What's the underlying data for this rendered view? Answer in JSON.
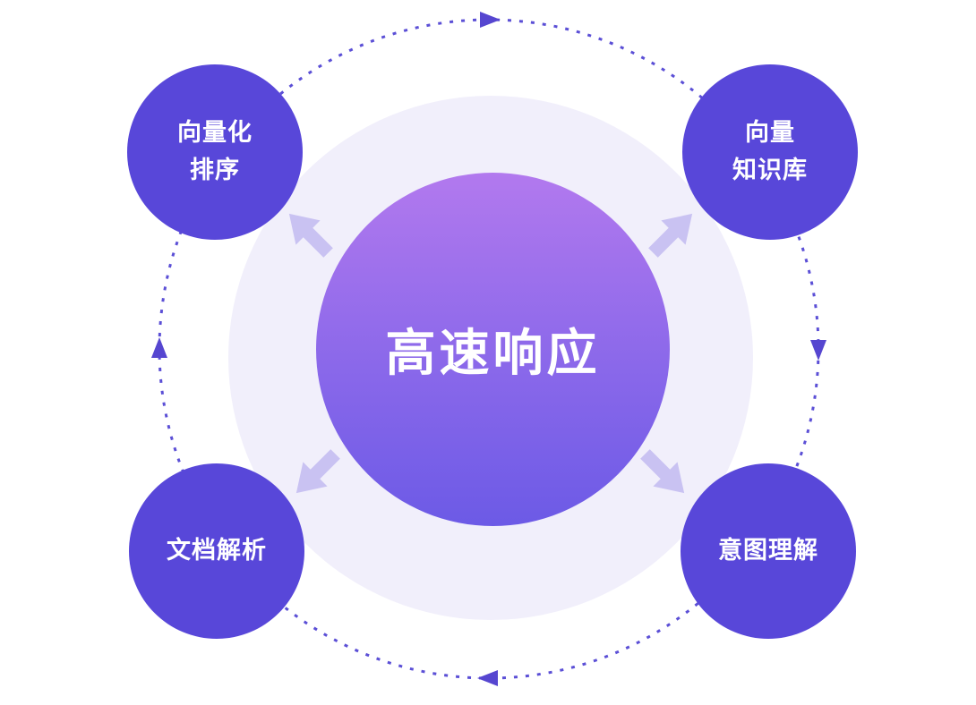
{
  "diagram": {
    "center": {
      "label": "高速响应"
    },
    "satellites": [
      {
        "id": "top-left",
        "lines": [
          "向量化",
          "排序"
        ]
      },
      {
        "id": "top-right",
        "lines": [
          "向量",
          "知识库"
        ]
      },
      {
        "id": "bottom-left",
        "lines": [
          "文档解析"
        ]
      },
      {
        "id": "bottom-right",
        "lines": [
          "意图理解"
        ]
      }
    ],
    "icons": [
      "orbit-arrow-top-icon",
      "orbit-arrow-right-icon",
      "orbit-arrow-bottom-icon",
      "orbit-arrow-left-icon",
      "arrow-to-top-left-icon",
      "arrow-to-top-right-icon",
      "arrow-to-bottom-left-icon",
      "arrow-to-bottom-right-icon"
    ],
    "colors": {
      "satellite_fill": "#5847D9",
      "center_gradient_top": "#B279EE",
      "center_gradient_bottom": "#6C5AE6",
      "halo_fill": "#F1EFFB",
      "orbit_stroke": "#5B4FD6",
      "orbit_arrow_fill": "#5646D0",
      "outward_arrow_fill": "#C9C2F2",
      "text_color": "#FFFFFF",
      "background": "#FFFFFF"
    }
  }
}
